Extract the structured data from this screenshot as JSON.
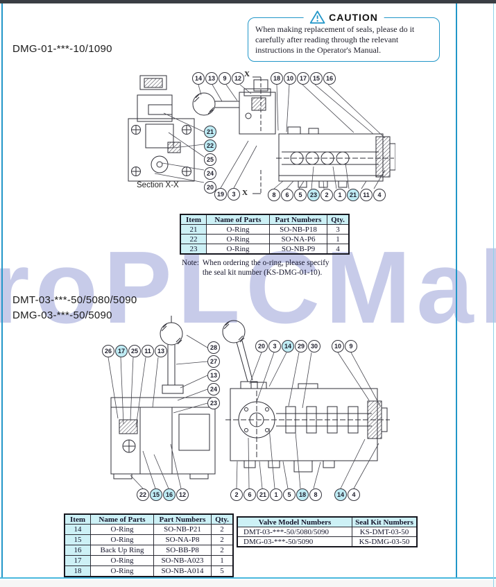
{
  "page": {
    "watermark": "roPLCMal",
    "colors": {
      "accent": "#2196c8",
      "topbar": "#3a3e44",
      "table_header_bg": "#cdf1f6",
      "callout_highlight": "#bfecf4",
      "watermark": "#c7cbe9"
    }
  },
  "caution": {
    "title": "CAUTION",
    "icon": "warning-triangle",
    "text": "When making replacement of seals, please do it carefully after reading through the relevant instructions in the Operator's Manual."
  },
  "section1": {
    "heading": "DMG-01-***-10/1090",
    "section_label": "Section X-X",
    "x_marker": "X",
    "callouts": {
      "top_left": [
        {
          "n": "14"
        },
        {
          "n": "13"
        },
        {
          "n": "9"
        },
        {
          "n": "12"
        }
      ],
      "top_right": [
        {
          "n": "18"
        },
        {
          "n": "10"
        },
        {
          "n": "17"
        },
        {
          "n": "15"
        },
        {
          "n": "16"
        }
      ],
      "left_col": [
        {
          "n": "21",
          "hl": true
        },
        {
          "n": "22",
          "hl": true
        },
        {
          "n": "25"
        },
        {
          "n": "24"
        },
        {
          "n": "20"
        }
      ],
      "bottom_left": [
        {
          "n": "19"
        },
        {
          "n": "3"
        }
      ],
      "bottom_row": [
        {
          "n": "8"
        },
        {
          "n": "6"
        },
        {
          "n": "5"
        },
        {
          "n": "23",
          "hl": true
        },
        {
          "n": "2"
        },
        {
          "n": "1"
        },
        {
          "n": "21",
          "hl": true
        },
        {
          "n": "11"
        },
        {
          "n": "4"
        }
      ]
    },
    "table": {
      "headers": [
        "Item",
        "Name of Parts",
        "Part Numbers",
        "Qty."
      ],
      "rows": [
        {
          "item": "21",
          "name": "O-Ring",
          "part": "SO-NB-P18",
          "qty": "3"
        },
        {
          "item": "22",
          "name": "O-Ring",
          "part": "SO-NA-P6",
          "qty": "1"
        },
        {
          "item": "23",
          "name": "O-Ring",
          "part": "SO-NB-P9",
          "qty": "4"
        }
      ]
    },
    "note_label": "Note:",
    "note_text": "When ordering the o-ring, please specify the seal kit number (KS-DMG-01-10)."
  },
  "section2": {
    "heading_line1": "DMT-03-***-50/5080/5090",
    "heading_line2": "DMG-03-***-50/5090",
    "callouts": {
      "top_left": [
        {
          "n": "26"
        },
        {
          "n": "17",
          "hl": true
        },
        {
          "n": "25"
        },
        {
          "n": "11"
        },
        {
          "n": "13"
        }
      ],
      "right_col": [
        {
          "n": "28"
        },
        {
          "n": "27"
        },
        {
          "n": "13"
        },
        {
          "n": "24"
        },
        {
          "n": "23"
        }
      ],
      "top_mid": [
        {
          "n": "20"
        },
        {
          "n": "3"
        },
        {
          "n": "14",
          "hl": true
        },
        {
          "n": "29"
        },
        {
          "n": "30"
        }
      ],
      "top_right": [
        {
          "n": "10"
        },
        {
          "n": "9"
        }
      ],
      "bottom_left": [
        {
          "n": "22"
        },
        {
          "n": "15",
          "hl": true
        },
        {
          "n": "16",
          "hl": true
        },
        {
          "n": "12"
        }
      ],
      "bottom_mid": [
        {
          "n": "2"
        },
        {
          "n": "6"
        },
        {
          "n": "21"
        },
        {
          "n": "1"
        },
        {
          "n": "5"
        },
        {
          "n": "18",
          "hl": true
        },
        {
          "n": "8"
        }
      ],
      "bottom_right": [
        {
          "n": "14",
          "hl": true
        },
        {
          "n": "4"
        }
      ]
    },
    "table": {
      "headers": [
        "Item",
        "Name of Parts",
        "Part Numbers",
        "Qty."
      ],
      "rows": [
        {
          "item": "14",
          "name": "O-Ring",
          "part": "SO-NB-P21",
          "qty": "2"
        },
        {
          "item": "15",
          "name": "O-Ring",
          "part": "SO-NA-P8",
          "qty": "2"
        },
        {
          "item": "16",
          "name": "Back Up Ring",
          "part": "SO-BB-P8",
          "qty": "2"
        },
        {
          "item": "17",
          "name": "O-Ring",
          "part": "SO-NB-A023",
          "qty": "1"
        },
        {
          "item": "18",
          "name": "O-Ring",
          "part": "SO-NB-A014",
          "qty": "5"
        }
      ]
    },
    "seal_table": {
      "headers": [
        "Valve Model Numbers",
        "Seal Kit Numbers"
      ],
      "rows": [
        {
          "model": "DMT-03-***-50/5080/5090",
          "kit": "KS-DMT-03-50"
        },
        {
          "model": "DMG-03-***-50/5090",
          "kit": "KS-DMG-03-50"
        }
      ]
    }
  }
}
